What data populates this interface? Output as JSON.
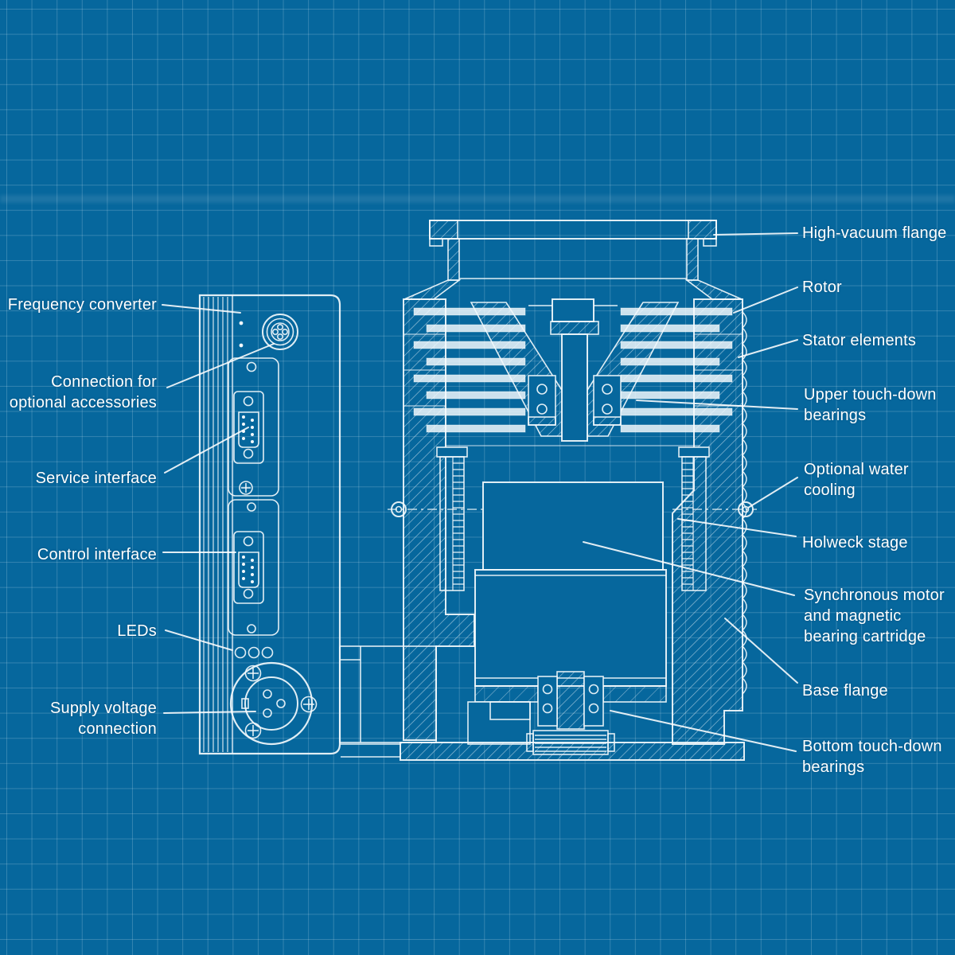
{
  "diagram": {
    "subject": "turbomolecular-pump-cross-section-with-frequency-converter",
    "style": "blueprint"
  },
  "colors": {
    "background": "#06679d",
    "grid_line": "rgba(215,235,245,0.22)",
    "drawing_line": "#f2f8fc",
    "label_text": "#ffffff"
  },
  "labels": {
    "left": [
      {
        "id": "frequency-converter",
        "lines": [
          "Frequency converter"
        ]
      },
      {
        "id": "accessory-connection",
        "lines": [
          "Connection for",
          "optional accessories"
        ]
      },
      {
        "id": "service-interface",
        "lines": [
          "Service interface"
        ]
      },
      {
        "id": "control-interface",
        "lines": [
          "Control interface"
        ]
      },
      {
        "id": "leds",
        "lines": [
          "LEDs"
        ]
      },
      {
        "id": "supply-voltage",
        "lines": [
          "Supply voltage",
          "connection"
        ]
      }
    ],
    "right": [
      {
        "id": "high-vacuum-flange",
        "lines": [
          "High-vacuum flange"
        ]
      },
      {
        "id": "rotor",
        "lines": [
          "Rotor"
        ]
      },
      {
        "id": "stator-elements",
        "lines": [
          "Stator elements"
        ]
      },
      {
        "id": "upper-touchdown-bearings",
        "lines": [
          "Upper touch-down",
          "bearings"
        ]
      },
      {
        "id": "optional-water-cooling",
        "lines": [
          "Optional water",
          "cooling"
        ]
      },
      {
        "id": "holweck-stage",
        "lines": [
          "Holweck stage"
        ]
      },
      {
        "id": "synchronous-motor",
        "lines": [
          "Synchronous motor",
          "and magnetic",
          "bearing cartridge"
        ]
      },
      {
        "id": "base-flange",
        "lines": [
          "Base flange"
        ]
      },
      {
        "id": "bottom-touchdown-bearings",
        "lines": [
          "Bottom touch-down",
          "bearings"
        ]
      }
    ]
  }
}
